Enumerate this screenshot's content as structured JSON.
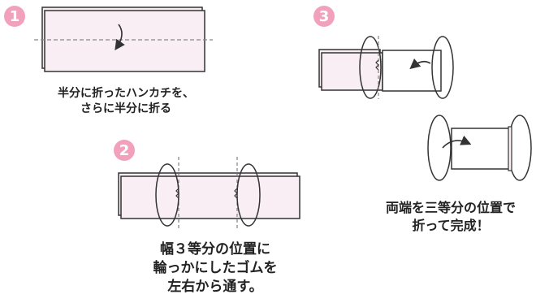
{
  "steps": [
    {
      "number": "1",
      "lines": [
        "半分に折ったハンカチを、",
        "さらに半分に折る"
      ]
    },
    {
      "number": "2",
      "lines": [
        "幅３等分の位置に",
        "輪っかにしたゴムを",
        "左右から通す。"
      ]
    },
    {
      "number": "3",
      "lines": [
        "両端を三等分の位置で",
        "折って完成！"
      ]
    }
  ],
  "colors": {
    "badge": "#f2a1bd",
    "cloth": "#f8eef3",
    "stroke": "#333333"
  }
}
